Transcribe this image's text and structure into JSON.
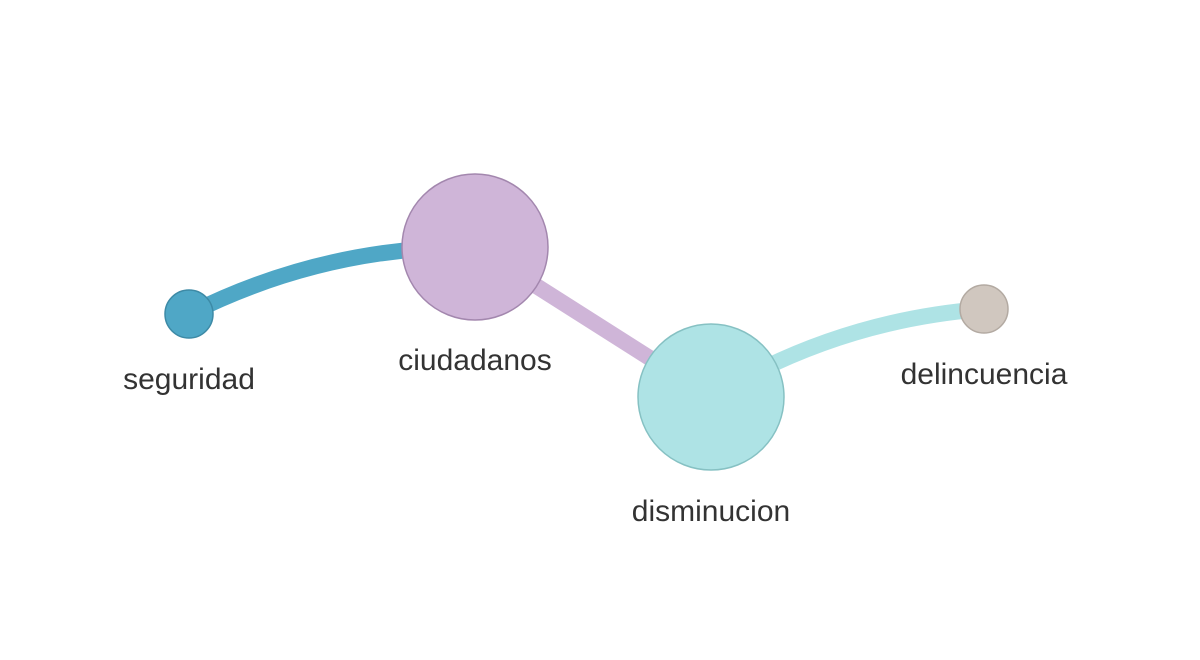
{
  "nodes": [
    {
      "id": "seguridad",
      "label": "seguridad",
      "size": "small",
      "fill": "#4fa7c6",
      "stroke": "#3d8aa6"
    },
    {
      "id": "ciudadanos",
      "label": "ciudadanos",
      "size": "large",
      "fill": "#cfb5d8",
      "stroke": "#a387ae"
    },
    {
      "id": "disminucion",
      "label": "disminucion",
      "size": "large",
      "fill": "#aee3e5",
      "stroke": "#86c1c3"
    },
    {
      "id": "delincuencia",
      "label": "delincuencia",
      "size": "small",
      "fill": "#d0c7bf",
      "stroke": "#b3aaa2"
    }
  ],
  "edges": [
    {
      "source": "seguridad",
      "target": "ciudadanos",
      "color": "#4fa7c6",
      "weight": "heavy"
    },
    {
      "source": "ciudadanos",
      "target": "disminucion",
      "color": "#cfb5d8",
      "weight": "heavy"
    },
    {
      "source": "disminucion",
      "target": "delincuencia",
      "color": "#aee3e5",
      "weight": "heavy"
    }
  ]
}
